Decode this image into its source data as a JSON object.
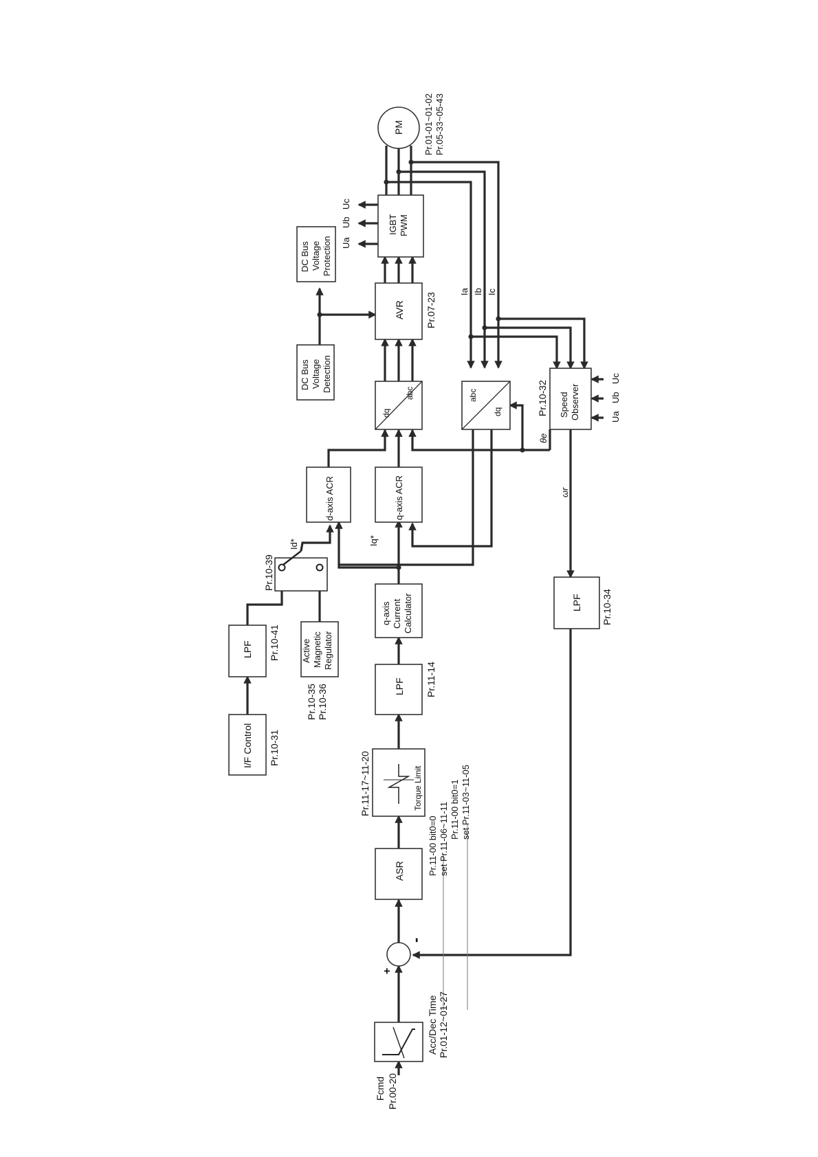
{
  "blocks": {
    "fcmd_ramp": {
      "caption1": "Acc/Dec Time",
      "caption2": "Pr.01-12~01-27"
    },
    "asr": {
      "label": "ASR",
      "note1": "Pr.11-00 bit0=0",
      "note2": "set Pr.11-06~11-11",
      "note3": "Pr.11-00 bit0=1",
      "note4": "set Pr.11-03~11-05"
    },
    "torque_limit": {
      "label": "Torque Limit",
      "param": "Pr.11-17~11-20"
    },
    "lpf_torque": {
      "label": "LPF",
      "param": "Pr.11-14"
    },
    "q_current_calc": {
      "line1": "q-axis",
      "line2": "Current",
      "line3": "Calculator"
    },
    "if_control": {
      "label": "I/F Control",
      "param": "Pr.10-31"
    },
    "lpf_if": {
      "label": "LPF",
      "param": "Pr.10-41"
    },
    "active_magnetic": {
      "line1": "Active",
      "line2": "Magnetic",
      "line3": "Regulator",
      "param1": "Pr.10-35",
      "param2": "Pr.10-36"
    },
    "switch": {
      "param": "Pr.10-39"
    },
    "d_acr": {
      "label": "d-axis ACR"
    },
    "q_acr": {
      "label": "q-axis ACR"
    },
    "dq_abc": {
      "top": "dq",
      "bottom": "abc"
    },
    "abc_dq": {
      "top": "abc",
      "bottom": "dq"
    },
    "avr": {
      "label": "AVR",
      "param": "Pr.07-23"
    },
    "dc_detect": {
      "line1": "DC Bus",
      "line2": "Voltage",
      "line3": "Detection"
    },
    "dc_protect": {
      "line1": "DC Bus",
      "line2": "Voltage",
      "line3": "Protection"
    },
    "igbt": {
      "line1": "IGBT",
      "line2": "PWM"
    },
    "pm": {
      "label": "PM",
      "param1": "Pr.01-01~01-02",
      "param2": "Pr.05-33~05-43"
    },
    "speed_observer": {
      "line1": "Speed",
      "line2": "Observer",
      "param": "Pr.10-32"
    },
    "lpf_speed": {
      "label": "LPF",
      "param": "Pr.10-34"
    }
  },
  "signals": {
    "fcmd": "Fcmd",
    "fcmd_param": "Pr.00-20",
    "plus": "+",
    "minus": "-",
    "id_ref": "Id*",
    "iq_ref": "Iq*",
    "ia": "Ia",
    "ib": "Ib",
    "ic": "Ic",
    "ua": "Ua",
    "ub": "Ub",
    "uc": "Uc",
    "theta_e": "θe",
    "omega_r": "ωr"
  }
}
